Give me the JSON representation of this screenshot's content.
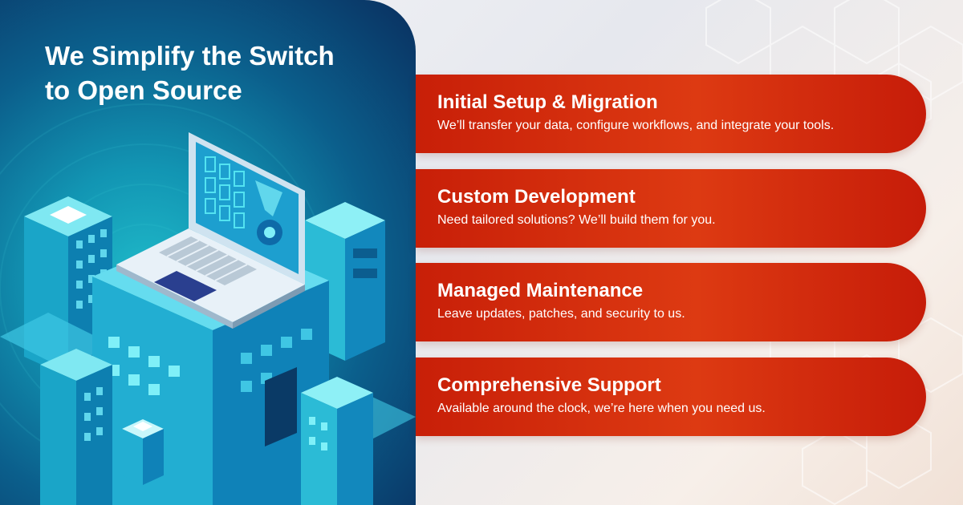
{
  "headline": "We Simplify the Switch to Open Source",
  "services": [
    {
      "title": "Initial Setup & Migration",
      "description": "We’ll transfer your data, configure workflows, and integrate your tools."
    },
    {
      "title": "Custom Development",
      "description": "Need tailored solutions? We’ll build them for you."
    },
    {
      "title": "Managed Maintenance",
      "description": "Leave updates, patches, and security to us."
    },
    {
      "title": "Comprehensive Support",
      "description": "Available around the clock, we’re here when you need us."
    }
  ],
  "colors": {
    "card_red": "#d42e0e",
    "panel_teal": "#1295b3",
    "panel_navy": "#0a2f5f",
    "text": "#ffffff"
  },
  "illustration": {
    "subject": "isometric-city-laptop",
    "icons": [
      "laptop-icon",
      "building-icon",
      "data-grid-icon",
      "gear-icon"
    ]
  }
}
